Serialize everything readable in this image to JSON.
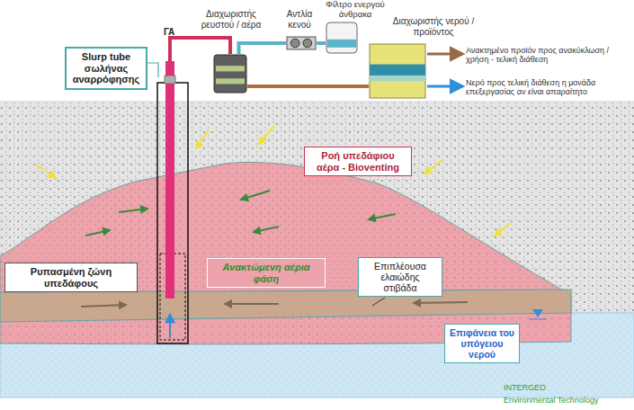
{
  "diagram": {
    "nodes": [
      {
        "text": [
          "Slurp tube σωλήνας αναρρόφησης"
        ]
      },
      {
        "text": [
          "Διαχωριστής ρευστού / αέρα"
        ]
      },
      {
        "text": [
          "Αντλία κενού"
        ]
      },
      {
        "text": [
          "Φίλτρο ενεργού άνθρακα"
        ]
      },
      {
        "text": [
          "Διαχωριστής νερού / προϊόντος"
        ]
      },
      {
        "text": [
          "Ροή υπεδάφιου αέρα - Bioventing"
        ]
      },
      {
        "text": [
          "Ρυπασμένη ζώνη υπεδάφους"
        ]
      },
      {
        "text": [
          "Ανακτώμενη αέρια φάση"
        ]
      },
      {
        "text": [
          "Επιπλέουσα ελαιώδης στιβάδα"
        ]
      },
      {
        "text": [
          "Επιφάνεια του υπόγειου νερού"
        ]
      }
    ],
    "edges": [
      {
        "from": 1,
        "to": 2,
        "arrow": "none"
      },
      {
        "from": 2,
        "to": 3,
        "arrow": "none"
      },
      {
        "from": 1,
        "to": 4,
        "arrow": "none"
      }
    ],
    "labels": [
      "ΓΑ",
      "Ανακτημένο προϊόν προς ανακύκλωση / χρήση - τελική διάθεση",
      "Νερό προς τελική διάθεση η μονάδα επεξεργασίας αν είναι απαραίτητο",
      "INTERGEO",
      "Environmental Technology"
    ]
  }
}
